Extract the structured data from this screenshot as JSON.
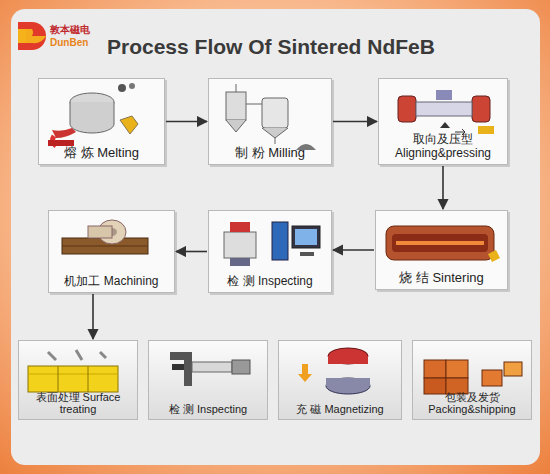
{
  "diagram": {
    "title": "Process Flow Of Sintered NdFeB",
    "nodes": [
      {
        "text": [
          "熔 炼 Melting"
        ]
      },
      {
        "text": [
          "制 粉 Milling"
        ]
      },
      {
        "text": [
          "取向及压型 Aligning&pressing"
        ]
      },
      {
        "text": [
          "烧 结 Sintering"
        ]
      },
      {
        "text": [
          "检 测 Inspecting"
        ]
      },
      {
        "text": [
          "机加工 Machining"
        ]
      },
      {
        "text": [
          "表面处理 Surface treating"
        ]
      },
      {
        "text": [
          "检 测 Inspecting"
        ]
      },
      {
        "text": [
          "充 磁 Magnetizing"
        ]
      },
      {
        "text": [
          "包装及发货 Packing&shipping"
        ]
      }
    ],
    "edges": [
      {
        "from": 0,
        "to": 1,
        "arrow": "to"
      },
      {
        "from": 1,
        "to": 2,
        "arrow": "to"
      },
      {
        "from": 2,
        "to": 3,
        "arrow": "to"
      },
      {
        "from": 3,
        "to": 4,
        "arrow": "to"
      },
      {
        "from": 4,
        "to": 5,
        "arrow": "to"
      },
      {
        "from": 5,
        "to": 6,
        "arrow": "to"
      }
    ],
    "labels": [
      "敦本磁电",
      "DunBen"
    ]
  }
}
